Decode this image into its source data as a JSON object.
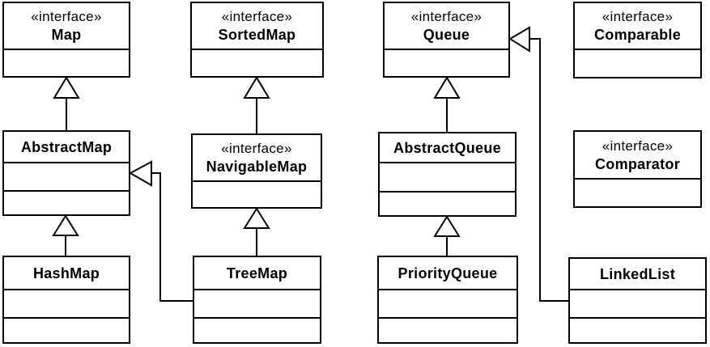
{
  "diagram": {
    "kind": "uml-class-diagram",
    "background_color": "#ffffff",
    "line_color": "#000000",
    "box_fill_color": "#ffffff",
    "classes": {
      "map": {
        "stereotype": "«interface»",
        "name": "Map"
      },
      "sortedmap": {
        "stereotype": "«interface»",
        "name": "SortedMap"
      },
      "queue": {
        "stereotype": "«interface»",
        "name": "Queue"
      },
      "comparable": {
        "stereotype": "«interface»",
        "name": "Comparable"
      },
      "abstractmap": {
        "name": "AbstractMap"
      },
      "navigablemap": {
        "stereotype": "«interface»",
        "name": "NavigableMap"
      },
      "abstractqueue": {
        "name": "AbstractQueue"
      },
      "comparator": {
        "stereotype": "«interface»",
        "name": "Comparator"
      },
      "hashmap": {
        "name": "HashMap"
      },
      "treemap": {
        "name": "TreeMap"
      },
      "priorityqueue": {
        "name": "PriorityQueue"
      },
      "linkedlist": {
        "name": "LinkedList"
      }
    },
    "relationships": [
      {
        "from": "AbstractMap",
        "to": "Map",
        "type": "generalization"
      },
      {
        "from": "HashMap",
        "to": "AbstractMap",
        "type": "generalization"
      },
      {
        "from": "NavigableMap",
        "to": "SortedMap",
        "type": "generalization"
      },
      {
        "from": "TreeMap",
        "to": "NavigableMap",
        "type": "generalization"
      },
      {
        "from": "TreeMap",
        "to": "AbstractMap",
        "type": "generalization"
      },
      {
        "from": "AbstractQueue",
        "to": "Queue",
        "type": "generalization"
      },
      {
        "from": "PriorityQueue",
        "to": "AbstractQueue",
        "type": "generalization"
      },
      {
        "from": "LinkedList",
        "to": "Queue",
        "type": "generalization"
      }
    ]
  }
}
